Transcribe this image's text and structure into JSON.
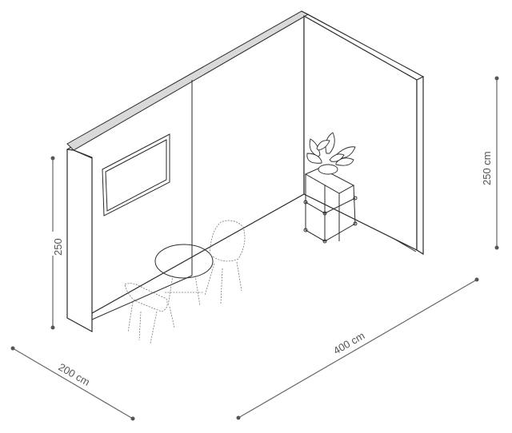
{
  "dimensions": {
    "left_height": "250",
    "right_height": "250 cm",
    "side_depth": "200 cm",
    "back_width": "400 cm"
  },
  "colors": {
    "line": "#2b2b2b",
    "wall_top": "#d9d9d9",
    "dimension": "#666666",
    "background": "#ffffff"
  }
}
